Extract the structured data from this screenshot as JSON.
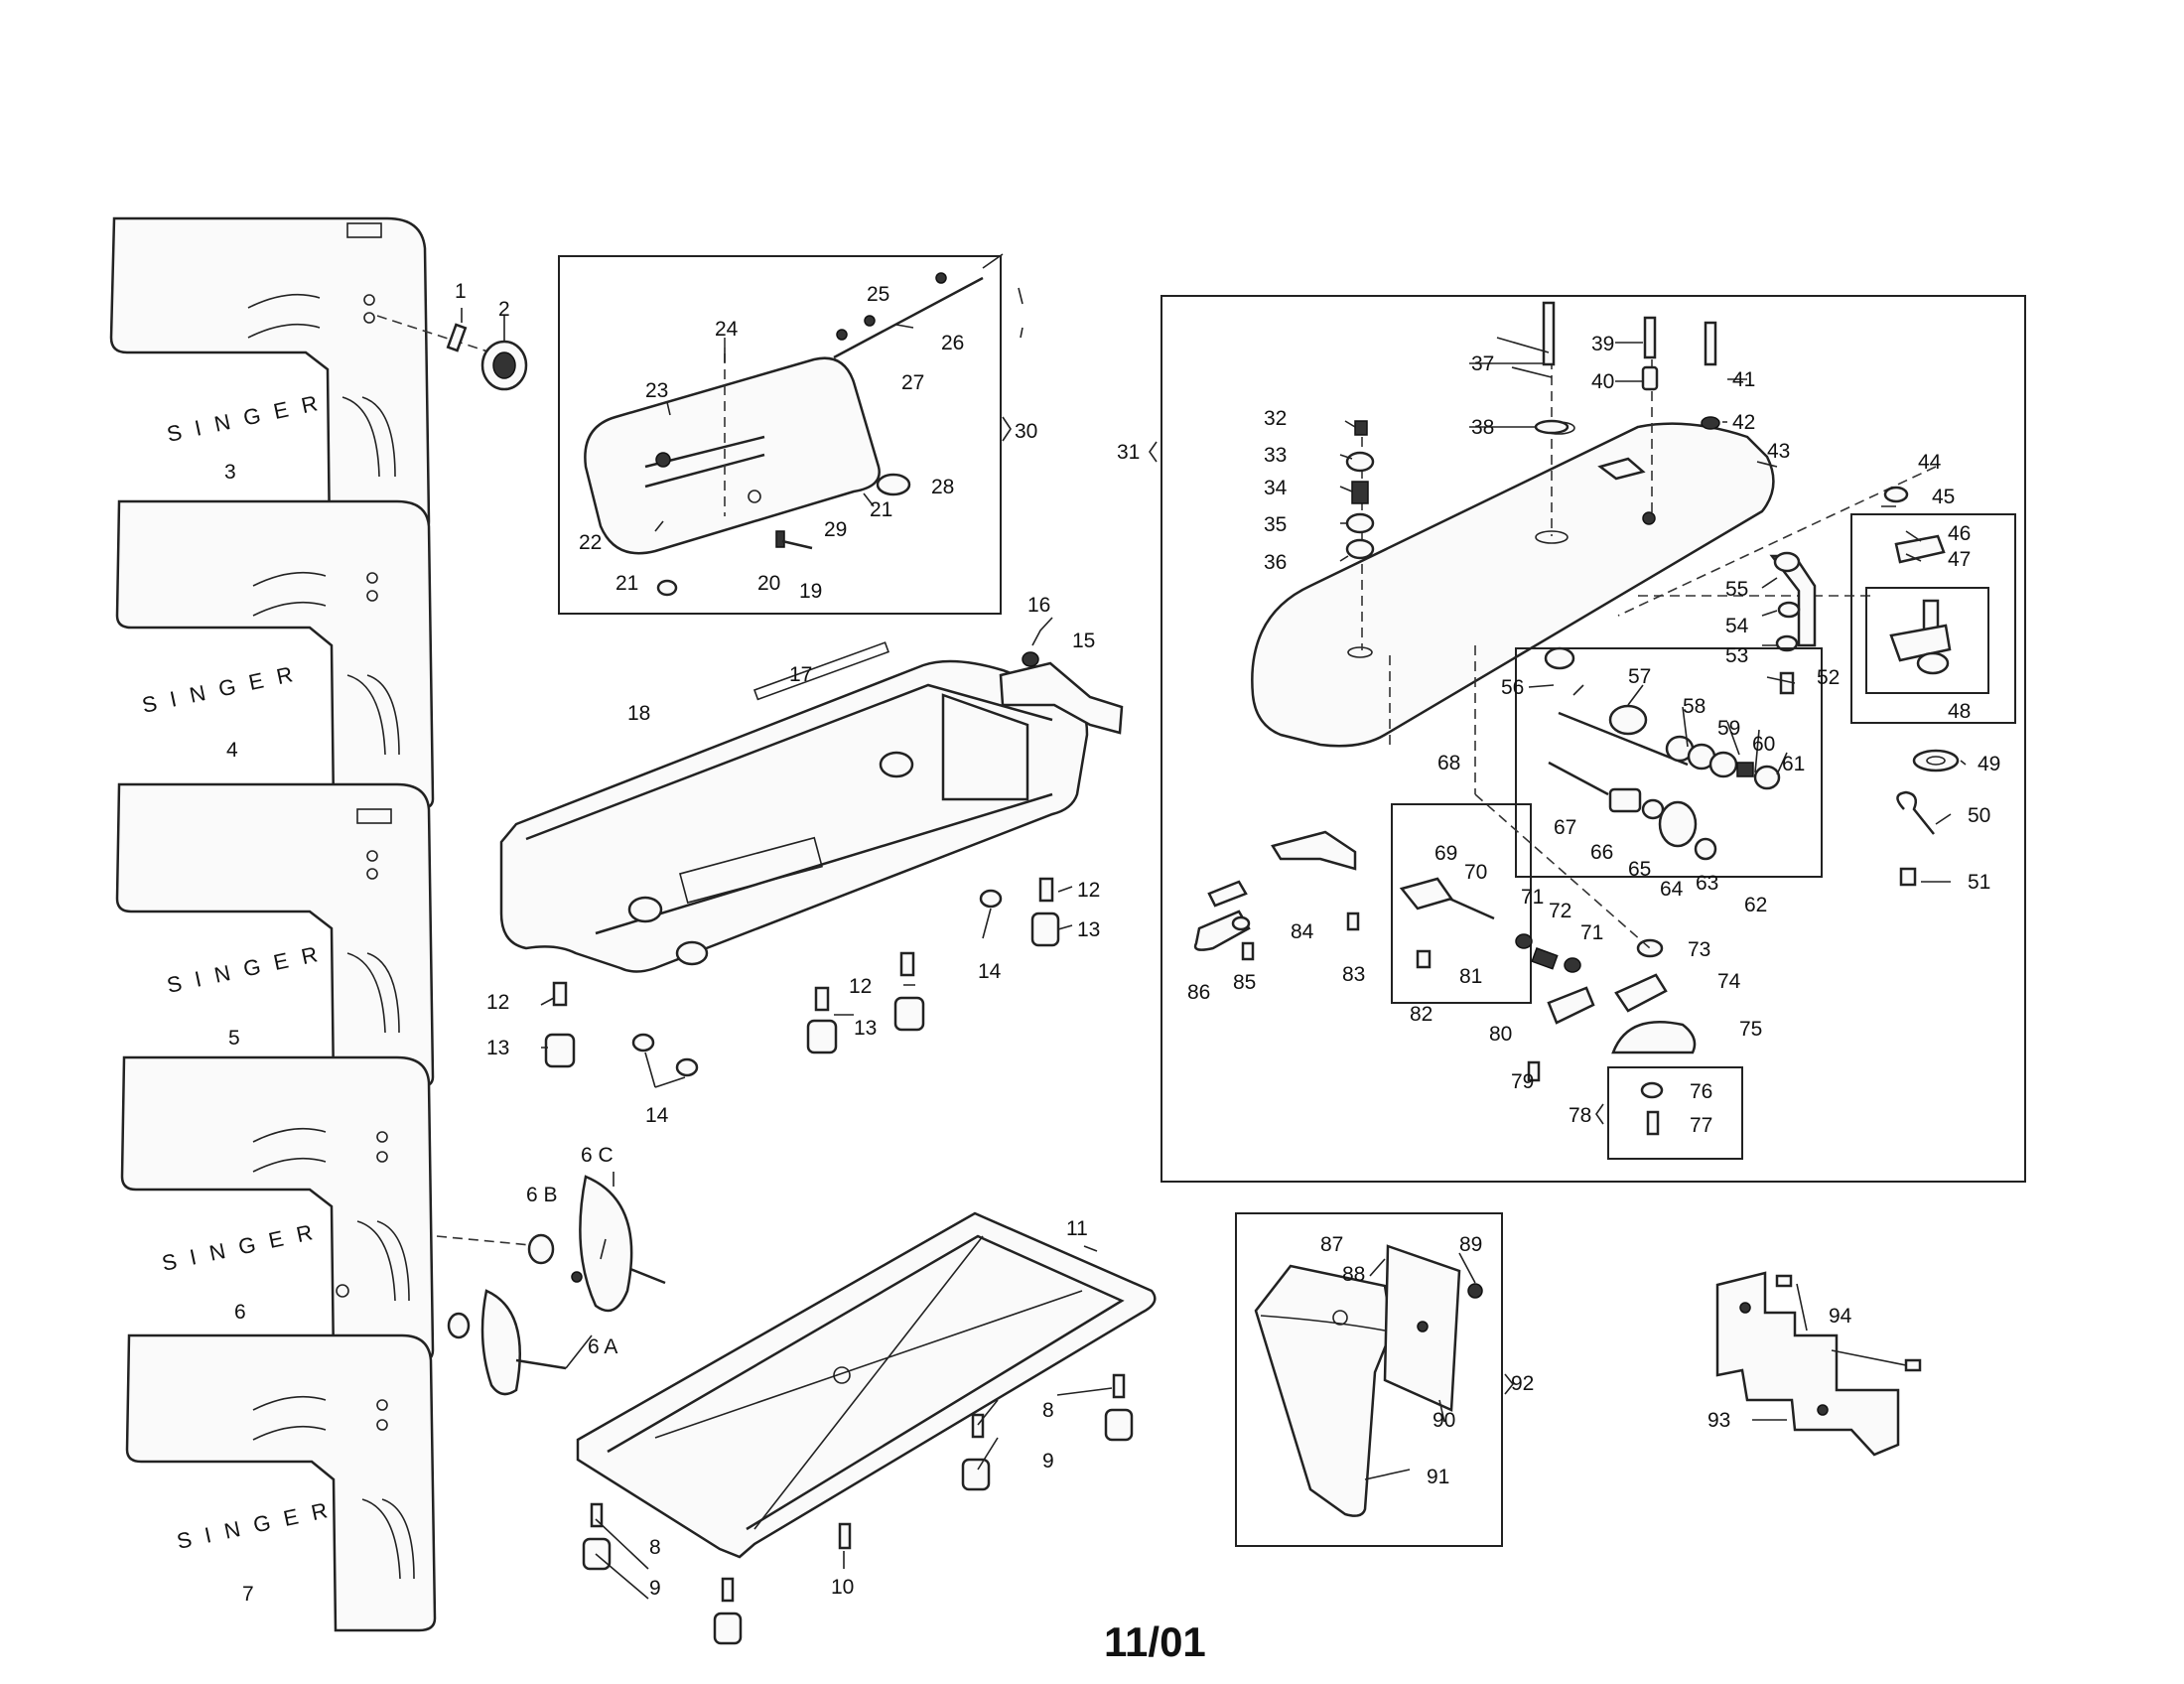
{
  "footer": {
    "date_code": "11/01"
  },
  "panels": {
    "brand": "SINGER"
  },
  "labels": [
    {
      "id": "l1",
      "text": "1"
    },
    {
      "id": "l2",
      "text": "2"
    },
    {
      "id": "l3",
      "text": "3"
    },
    {
      "id": "l4",
      "text": "4"
    },
    {
      "id": "l5",
      "text": "5"
    },
    {
      "id": "l6",
      "text": "6"
    },
    {
      "id": "l7",
      "text": "7"
    },
    {
      "id": "l6a",
      "text": "6 A"
    },
    {
      "id": "l6b",
      "text": "6 B"
    },
    {
      "id": "l6c",
      "text": "6 C"
    },
    {
      "id": "l8a",
      "text": "8"
    },
    {
      "id": "l8b",
      "text": "8"
    },
    {
      "id": "l9a",
      "text": "9"
    },
    {
      "id": "l9b",
      "text": "9"
    },
    {
      "id": "l10",
      "text": "10"
    },
    {
      "id": "l11",
      "text": "11"
    },
    {
      "id": "l12a",
      "text": "12"
    },
    {
      "id": "l12b",
      "text": "12"
    },
    {
      "id": "l12c",
      "text": "12"
    },
    {
      "id": "l13a",
      "text": "13"
    },
    {
      "id": "l13b",
      "text": "13"
    },
    {
      "id": "l13c",
      "text": "13"
    },
    {
      "id": "l14a",
      "text": "14"
    },
    {
      "id": "l14b",
      "text": "14"
    },
    {
      "id": "l15",
      "text": "15"
    },
    {
      "id": "l16",
      "text": "16"
    },
    {
      "id": "l17",
      "text": "17"
    },
    {
      "id": "l18",
      "text": "18"
    },
    {
      "id": "l19",
      "text": "19"
    },
    {
      "id": "l20",
      "text": "20"
    },
    {
      "id": "l21a",
      "text": "21"
    },
    {
      "id": "l21b",
      "text": "21"
    },
    {
      "id": "l22",
      "text": "22"
    },
    {
      "id": "l23",
      "text": "23"
    },
    {
      "id": "l24",
      "text": "24"
    },
    {
      "id": "l25",
      "text": "25"
    },
    {
      "id": "l26",
      "text": "26"
    },
    {
      "id": "l27",
      "text": "27"
    },
    {
      "id": "l28",
      "text": "28"
    },
    {
      "id": "l29",
      "text": "29"
    },
    {
      "id": "l30",
      "text": "30"
    },
    {
      "id": "l31",
      "text": "31"
    },
    {
      "id": "l32",
      "text": "32"
    },
    {
      "id": "l33",
      "text": "33"
    },
    {
      "id": "l34",
      "text": "34"
    },
    {
      "id": "l35",
      "text": "35"
    },
    {
      "id": "l36",
      "text": "36"
    },
    {
      "id": "l37",
      "text": "37"
    },
    {
      "id": "l38",
      "text": "38"
    },
    {
      "id": "l39",
      "text": "39"
    },
    {
      "id": "l40",
      "text": "40"
    },
    {
      "id": "l41",
      "text": "41"
    },
    {
      "id": "l42",
      "text": "42"
    },
    {
      "id": "l43",
      "text": "43"
    },
    {
      "id": "l44",
      "text": "44"
    },
    {
      "id": "l45",
      "text": "45"
    },
    {
      "id": "l46",
      "text": "46"
    },
    {
      "id": "l47",
      "text": "47"
    },
    {
      "id": "l48",
      "text": "48"
    },
    {
      "id": "l49",
      "text": "49"
    },
    {
      "id": "l50",
      "text": "50"
    },
    {
      "id": "l51",
      "text": "51"
    },
    {
      "id": "l52",
      "text": "52"
    },
    {
      "id": "l53",
      "text": "53"
    },
    {
      "id": "l54",
      "text": "54"
    },
    {
      "id": "l55",
      "text": "55"
    },
    {
      "id": "l56",
      "text": "56"
    },
    {
      "id": "l57",
      "text": "57"
    },
    {
      "id": "l58",
      "text": "58"
    },
    {
      "id": "l59",
      "text": "59"
    },
    {
      "id": "l60",
      "text": "60"
    },
    {
      "id": "l61",
      "text": "61"
    },
    {
      "id": "l62",
      "text": "62"
    },
    {
      "id": "l63",
      "text": "63"
    },
    {
      "id": "l64",
      "text": "64"
    },
    {
      "id": "l65",
      "text": "65"
    },
    {
      "id": "l66",
      "text": "66"
    },
    {
      "id": "l67",
      "text": "67"
    },
    {
      "id": "l68",
      "text": "68"
    },
    {
      "id": "l69",
      "text": "69"
    },
    {
      "id": "l70",
      "text": "70"
    },
    {
      "id": "l71a",
      "text": "71"
    },
    {
      "id": "l71b",
      "text": "71"
    },
    {
      "id": "l72",
      "text": "72"
    },
    {
      "id": "l73",
      "text": "73"
    },
    {
      "id": "l74",
      "text": "74"
    },
    {
      "id": "l75",
      "text": "75"
    },
    {
      "id": "l76",
      "text": "76"
    },
    {
      "id": "l77",
      "text": "77"
    },
    {
      "id": "l78",
      "text": "78"
    },
    {
      "id": "l79",
      "text": "79"
    },
    {
      "id": "l80",
      "text": "80"
    },
    {
      "id": "l81",
      "text": "81"
    },
    {
      "id": "l82",
      "text": "82"
    },
    {
      "id": "l83",
      "text": "83"
    },
    {
      "id": "l84",
      "text": "84"
    },
    {
      "id": "l85",
      "text": "85"
    },
    {
      "id": "l86",
      "text": "86"
    },
    {
      "id": "l87",
      "text": "87"
    },
    {
      "id": "l88",
      "text": "88"
    },
    {
      "id": "l89",
      "text": "89"
    },
    {
      "id": "l90",
      "text": "90"
    },
    {
      "id": "l91",
      "text": "91"
    },
    {
      "id": "l92",
      "text": "92"
    },
    {
      "id": "l93",
      "text": "93"
    },
    {
      "id": "l94",
      "text": "94"
    }
  ]
}
